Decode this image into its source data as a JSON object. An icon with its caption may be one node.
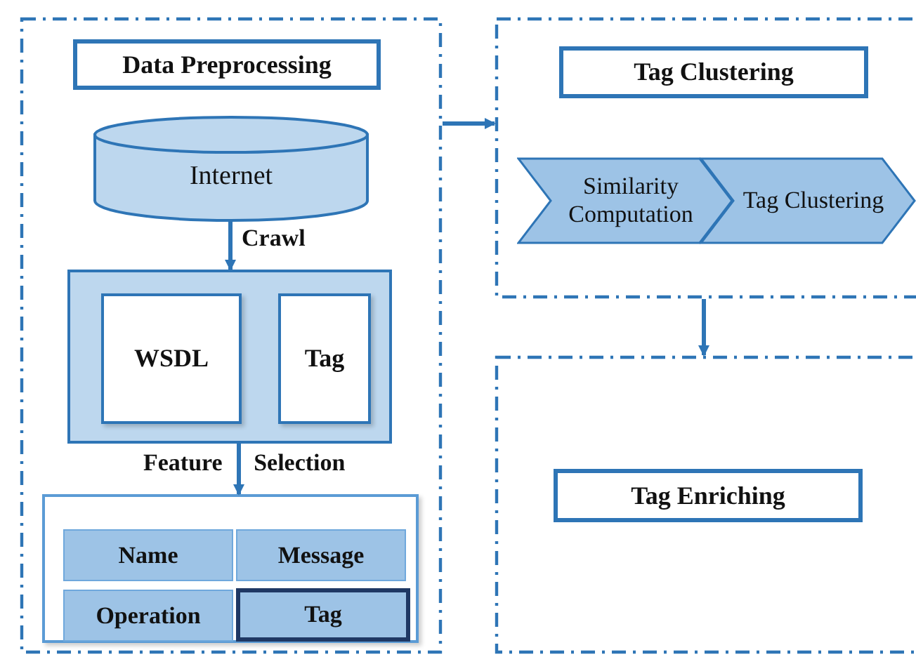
{
  "diagram": {
    "nodes": [
      {
        "text": [],
        "shape": "box"
      },
      {
        "text": [
          "Data Preprocessing"
        ],
        "in": 0
      },
      {
        "text": [
          "Internet"
        ],
        "in": 0
      },
      {
        "text": [],
        "shape": "box",
        "in": 0
      },
      {
        "text": [
          "WSDL"
        ],
        "in": 3
      },
      {
        "text": [
          "Tag"
        ],
        "in": 3
      },
      {
        "text": [],
        "shape": "box",
        "in": 0
      },
      {
        "text": [
          "Name"
        ],
        "in": 6
      },
      {
        "text": [
          "Message"
        ],
        "in": 6
      },
      {
        "text": [
          "Operation"
        ],
        "in": 6
      },
      {
        "text": [
          "Tag"
        ],
        "in": 6
      },
      {
        "text": [],
        "shape": "box"
      },
      {
        "text": [
          "Tag Clustering"
        ],
        "in": 11
      },
      {
        "text": [
          "Similarity Computation"
        ],
        "in": 11
      },
      {
        "text": [
          "Tag Clustering"
        ],
        "in": 11
      },
      {
        "text": [],
        "shape": "box"
      },
      {
        "text": [
          "Tag Enriching"
        ],
        "in": 15
      }
    ],
    "edges": [
      {
        "from": 2,
        "to": 3,
        "arrow": "to",
        "label": "Crawl"
      },
      {
        "from": 3,
        "to": 6,
        "arrow": "to",
        "label": "Feature Selection"
      },
      {
        "from": 0,
        "to": 11,
        "arrow": "to"
      },
      {
        "from": 11,
        "to": 15,
        "arrow": "to"
      }
    ]
  }
}
